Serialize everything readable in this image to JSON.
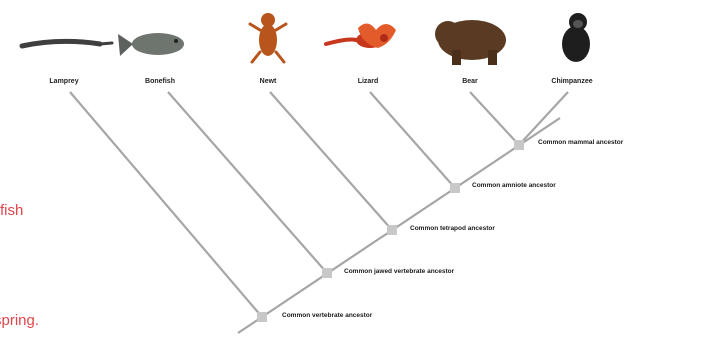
{
  "taxa": [
    {
      "id": "lamprey",
      "label": "Lamprey",
      "icon": "eel-icon",
      "color": "#3f3f3f"
    },
    {
      "id": "bonefish",
      "label": "Bonefish",
      "icon": "fish-icon",
      "color": "#6e756f"
    },
    {
      "id": "newt",
      "label": "Newt",
      "icon": "newt-icon",
      "color": "#b8551d"
    },
    {
      "id": "lizard",
      "label": "Lizard",
      "icon": "lizard-icon",
      "color": "#c8361d"
    },
    {
      "id": "bear",
      "label": "Bear",
      "icon": "bear-icon",
      "color": "#5a3a22"
    },
    {
      "id": "chimpanzee",
      "label": "Chimpanzee",
      "icon": "chimpanzee-icon",
      "color": "#1e1e1e"
    }
  ],
  "ancestors": [
    {
      "id": "mammal",
      "label": "Common mammal ancestor"
    },
    {
      "id": "amniote",
      "label": "Common amniote ancestor"
    },
    {
      "id": "tetrapod",
      "label": "Common tetrapod ancestor"
    },
    {
      "id": "bony-vertebrate",
      "label": "Common jawed vertebrate ancestor"
    },
    {
      "id": "vertebrate",
      "label": "Common vertebrate ancestor"
    }
  ],
  "side_text": [
    "fish",
    "spring."
  ],
  "colors": {
    "branch": "#a6a6a6",
    "node": "#c8c8c8",
    "side_text": "#e0464a"
  }
}
